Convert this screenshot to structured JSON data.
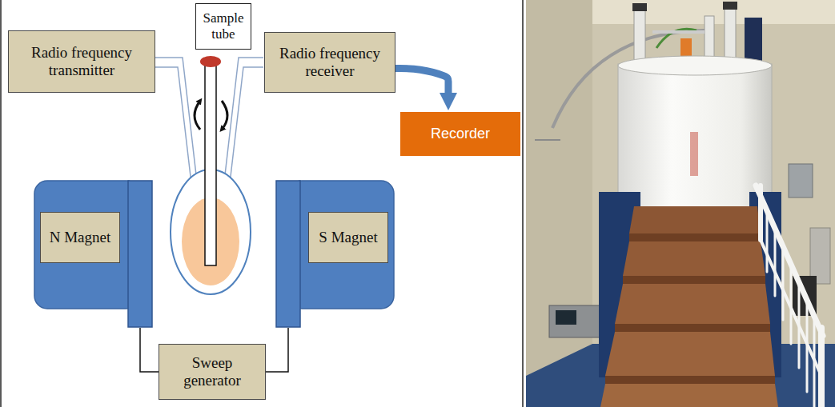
{
  "diagram": {
    "nodes": [
      {
        "text": [
          "Radio frequency transmitter"
        ]
      },
      {
        "text": [
          "Sample tube"
        ]
      },
      {
        "text": [
          "Radio frequency receiver"
        ]
      },
      {
        "text": [
          "Recorder"
        ]
      },
      {
        "text": [
          "N Magnet"
        ]
      },
      {
        "text": [
          "S Magnet"
        ]
      },
      {
        "text": [
          "Sweep generator"
        ]
      }
    ],
    "edges": [
      {
        "from": 2,
        "to": 3,
        "arrow": "to"
      },
      {
        "from": 6,
        "to": 4,
        "arrow": "none"
      },
      {
        "from": 6,
        "to": 5,
        "arrow": "none"
      }
    ]
  }
}
